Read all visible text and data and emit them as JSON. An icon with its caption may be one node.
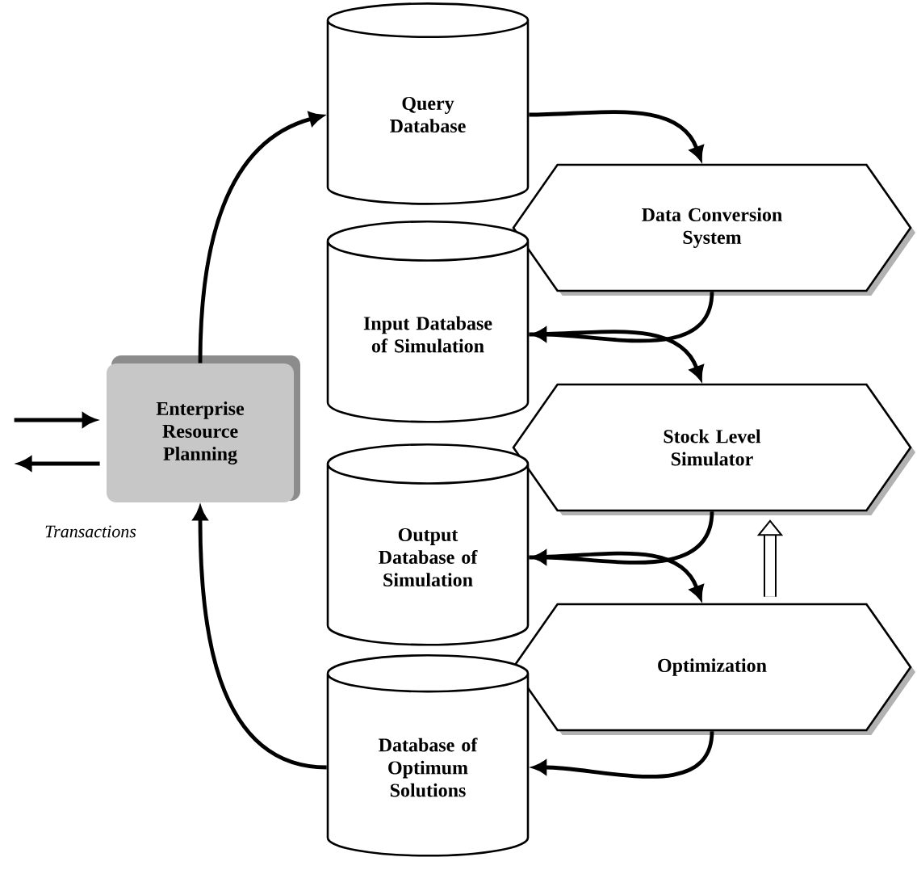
{
  "diagram": {
    "nodes": [
      {
        "text": [
          "Query Database"
        ]
      },
      {
        "text": [
          "Data Conversion System"
        ]
      },
      {
        "text": [
          "Input Database of Simulation"
        ]
      },
      {
        "text": [
          "Stock Level Simulator"
        ]
      },
      {
        "text": [
          "Enterprise Resource Planning"
        ]
      },
      {
        "text": [
          "Output Database of Simulation"
        ]
      },
      {
        "text": [
          "Optimization"
        ]
      },
      {
        "text": [
          "Database of Optimum Solutions"
        ]
      }
    ],
    "edges": [
      {
        "from": 4,
        "to": 0,
        "arrow": "to"
      },
      {
        "from": 0,
        "to": 1,
        "arrow": "to"
      },
      {
        "from": 1,
        "to": 2,
        "arrow": "to"
      },
      {
        "from": 2,
        "to": 3,
        "arrow": "to"
      },
      {
        "from": 3,
        "to": 5,
        "arrow": "to"
      },
      {
        "from": 5,
        "to": 6,
        "arrow": "to"
      },
      {
        "from": 6,
        "to": 7,
        "arrow": "to"
      },
      {
        "from": 7,
        "to": 4,
        "arrow": "to"
      },
      {
        "from": 6,
        "to": 3,
        "arrow": "to",
        "style": "thick"
      },
      {
        "from": null,
        "to": 4,
        "arrow": "to"
      },
      {
        "from": 4,
        "to": null,
        "arrow": "to"
      }
    ],
    "labels": [
      "Transactions"
    ]
  }
}
